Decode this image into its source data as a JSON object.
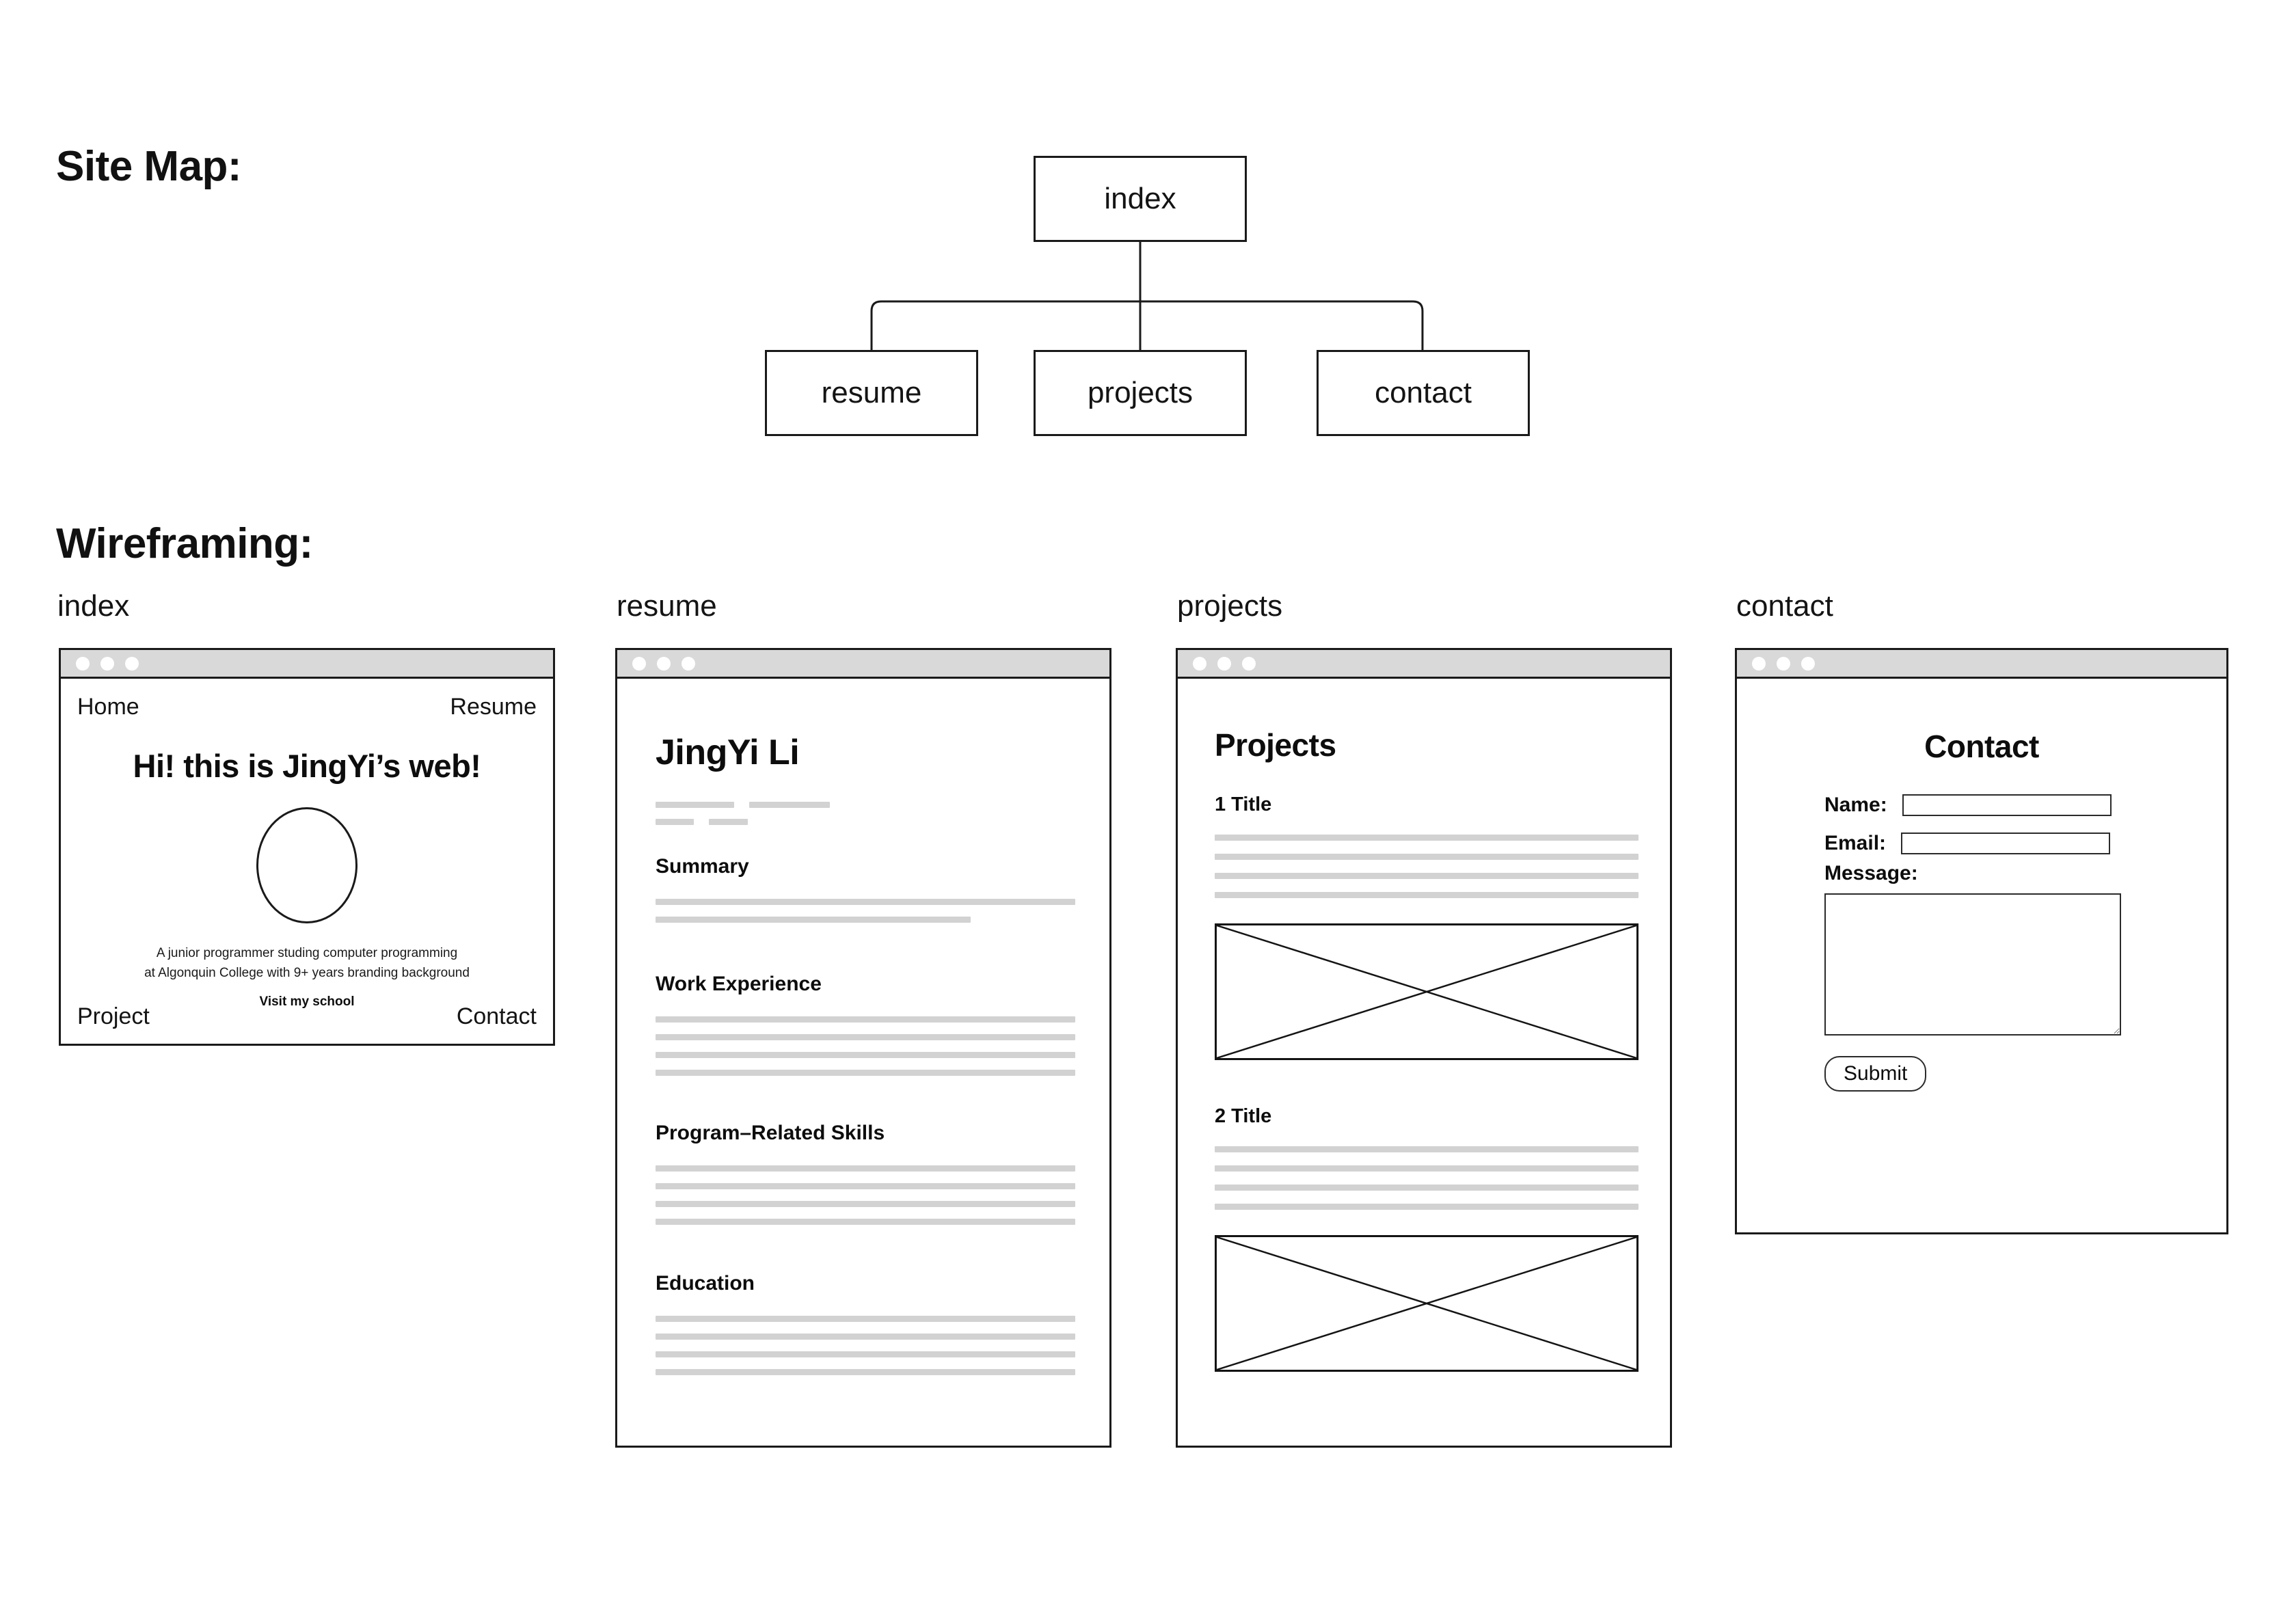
{
  "headings": {
    "sitemap": "Site Map:",
    "wireframing": "Wireframing:"
  },
  "sitemap": {
    "root": {
      "label": "index"
    },
    "children": [
      {
        "label": "resume"
      },
      {
        "label": "projects"
      },
      {
        "label": "contact"
      }
    ]
  },
  "wireframes": {
    "labels": {
      "index": "index",
      "resume": "resume",
      "projects": "projects",
      "contact": "contact"
    },
    "index": {
      "nav_top_left": "Home",
      "nav_top_right": "Resume",
      "nav_bottom_left": "Project",
      "nav_bottom_right": "Contact",
      "hero": "Hi! this is JingYi’s web!",
      "bio_line1": "A junior programmer studing computer programming",
      "bio_line2": "at Algonquin College with 9+ years branding background",
      "cta": "Visit my school"
    },
    "resume": {
      "name": "JingYi Li",
      "sections": [
        {
          "title": "Summary",
          "line_count": 2
        },
        {
          "title": "Work Experience",
          "line_count": 4
        },
        {
          "title": "Program–Related Skills",
          "line_count": 4
        },
        {
          "title": "Education",
          "line_count": 4
        }
      ]
    },
    "projects": {
      "title": "Projects",
      "items": [
        {
          "title": "1 Title",
          "line_count": 4
        },
        {
          "title": "2 Title",
          "line_count": 4
        }
      ]
    },
    "contact": {
      "title": "Contact",
      "name_label": "Name:",
      "name_value": "",
      "email_label": "Email:",
      "email_value": "",
      "message_label": "Message:",
      "message_value": "",
      "submit_label": "Submit"
    }
  },
  "colors": {
    "page_background": "#ffffff",
    "stroke": "#1a1a1a",
    "titlebar": "#d9d9d9",
    "placeholder_bar": "#d2d2d2",
    "text": "#0d0d0d"
  }
}
